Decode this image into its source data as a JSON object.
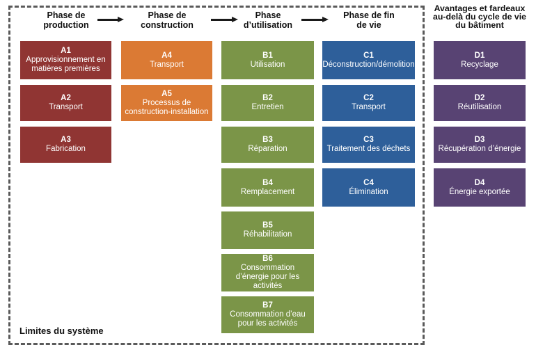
{
  "boundary": {
    "label": "Limites du système",
    "border_color": "#5a5a5a"
  },
  "arrow_color": "#1a1a1a",
  "columns": [
    {
      "header": "Phase de production",
      "color": "#903533",
      "boxes": [
        {
          "code": "A1",
          "label": "Approvisionnement en matières premières"
        },
        {
          "code": "A2",
          "label": "Transport"
        },
        {
          "code": "A3",
          "label": "Fabrication"
        }
      ]
    },
    {
      "header": "Phase de construction",
      "color": "#DB7A34",
      "boxes": [
        {
          "code": "A4",
          "label": "Transport"
        },
        {
          "code": "A5",
          "label": "Processus de construction-installation"
        }
      ]
    },
    {
      "header": "Phase d’utilisation",
      "color": "#7B9548",
      "boxes": [
        {
          "code": "B1",
          "label": "Utilisation"
        },
        {
          "code": "B2",
          "label": "Entretien"
        },
        {
          "code": "B3",
          "label": "Réparation"
        },
        {
          "code": "B4",
          "label": "Remplacement"
        },
        {
          "code": "B5",
          "label": "Réhabilitation"
        },
        {
          "code": "B6",
          "label": "Consommation d’énergie pour les activités"
        },
        {
          "code": "B7",
          "label": "Consommation d’eau pour les activités"
        }
      ]
    },
    {
      "header": "Phase de fin de vie",
      "color": "#2E5F9A",
      "boxes": [
        {
          "code": "C1",
          "label": "Déconstruction/démolition"
        },
        {
          "code": "C2",
          "label": "Transport"
        },
        {
          "code": "C3",
          "label": "Traitement des déchets"
        },
        {
          "code": "C4",
          "label": "Élimination"
        }
      ]
    },
    {
      "header": "Avantages et fardeaux au-delà du cycle de vie du bâtiment",
      "color": "#584373",
      "boxes": [
        {
          "code": "D1",
          "label": "Recyclage"
        },
        {
          "code": "D2",
          "label": "Réutilisation"
        },
        {
          "code": "D3",
          "label": "Récupération d’énergie"
        },
        {
          "code": "D4",
          "label": "Énergie exportée"
        }
      ]
    }
  ]
}
